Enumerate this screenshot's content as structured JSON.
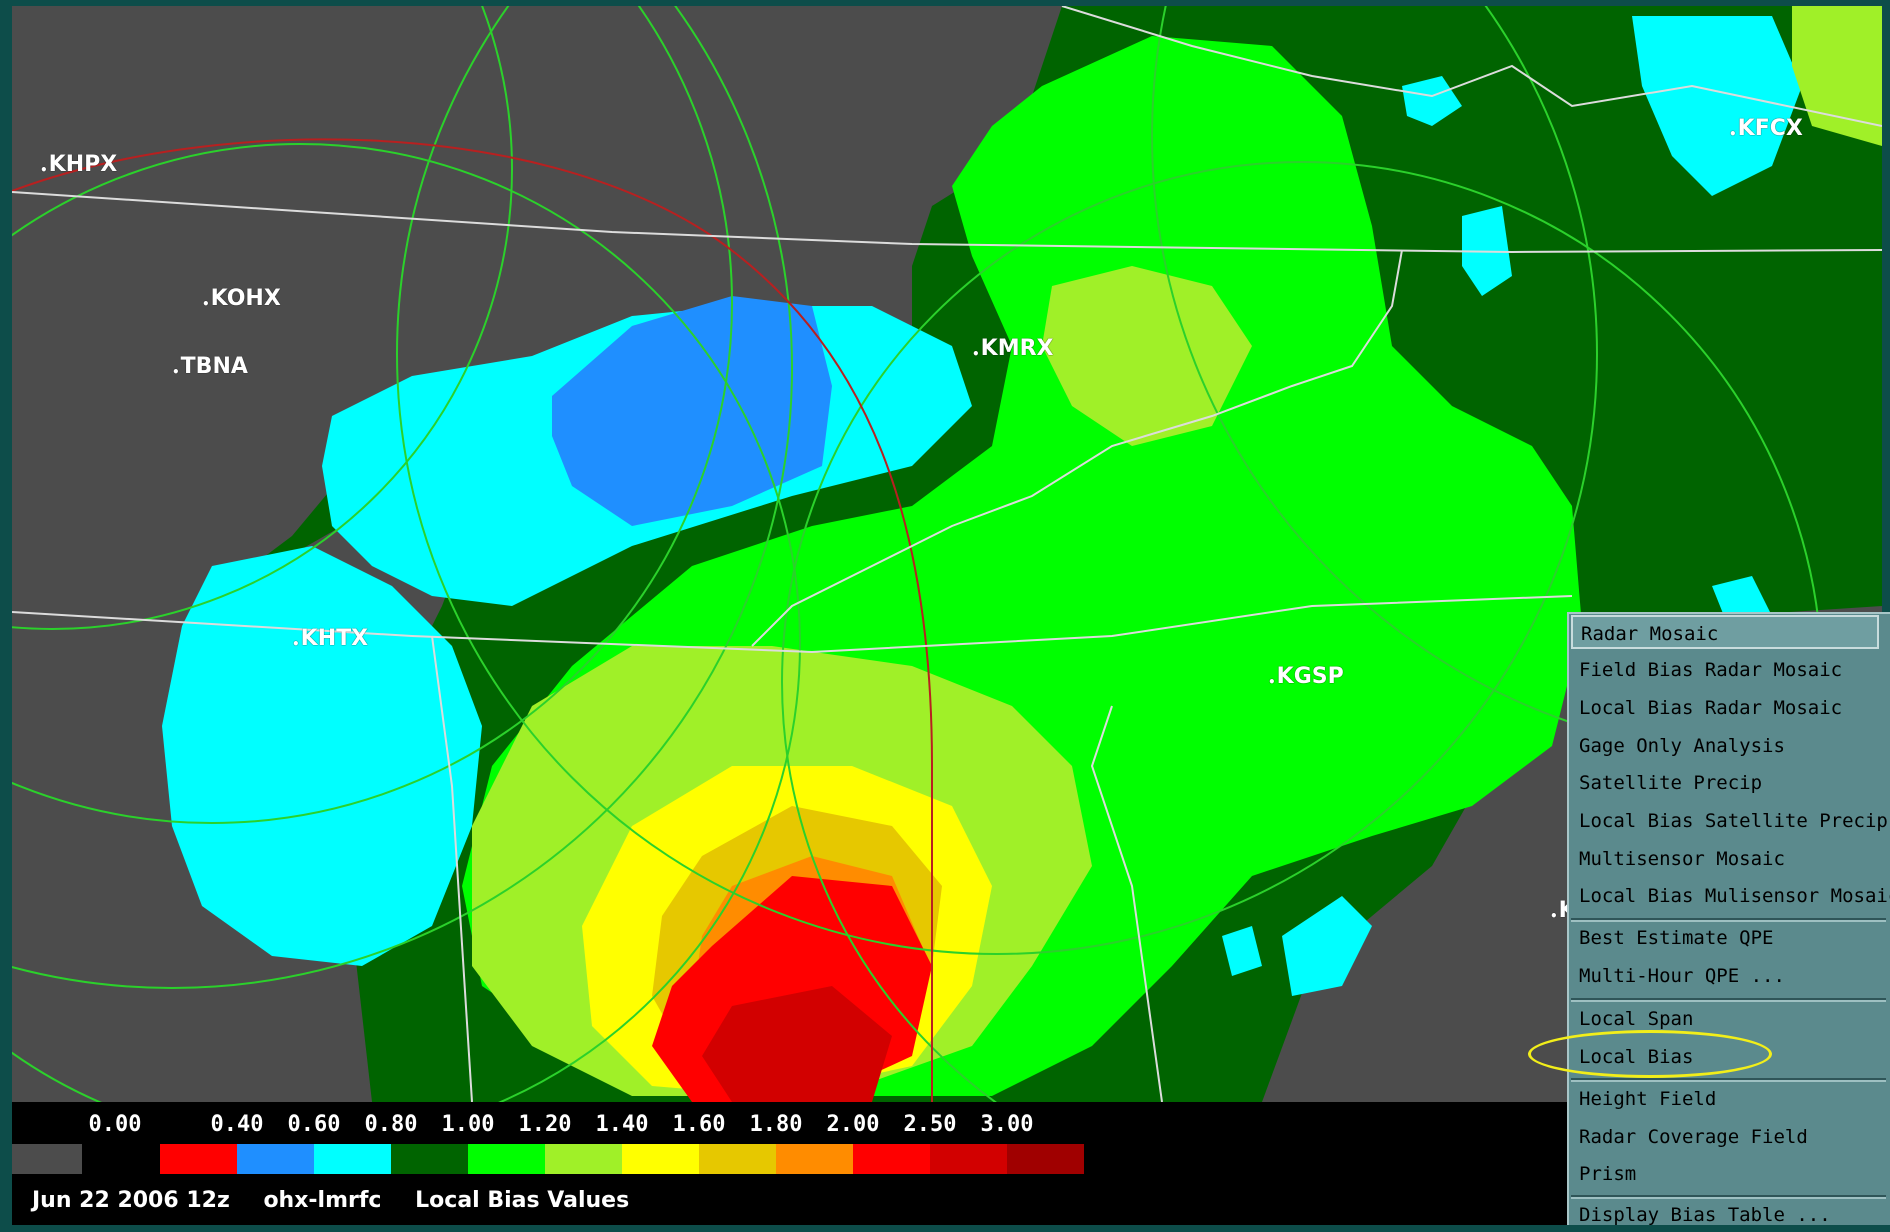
{
  "map": {
    "sites": [
      "KHPX",
      "KOHX",
      "TBNA",
      "KMRX",
      "KFCX",
      "KHTX",
      "KGSP",
      "K"
    ]
  },
  "legend": {
    "ticks": [
      "0.00",
      "0.40",
      "0.60",
      "0.80",
      "1.00",
      "1.20",
      "1.40",
      "1.60",
      "1.80",
      "2.00",
      "2.50",
      "3.00"
    ],
    "missing_color": "#4c4c4c",
    "colors": [
      "#ff0000",
      "#1f8fff",
      "#00ffff",
      "#006400",
      "#00ff00",
      "#a0f028",
      "#ffff00",
      "#e6c800",
      "#ff8c00",
      "#ff0000",
      "#d20000",
      "#a00000"
    ],
    "caption": {
      "date": "Jun 22 2006 12z",
      "site": "ohx-lmrfc",
      "product": "Local Bias Values"
    }
  },
  "menu": {
    "items": [
      "Radar Mosaic",
      "Field Bias Radar Mosaic",
      "Local Bias Radar Mosaic",
      "Gage Only Analysis",
      "Satellite Precip",
      "Local Bias Satellite Precip",
      "Multisensor Mosaic",
      "Local Bias Mulisensor Mosaic",
      "Best Estimate QPE",
      "Multi-Hour QPE ...",
      "Local Span",
      "Local Bias",
      "Height Field",
      "Radar Coverage Field",
      "Prism",
      "Display Bias Table ..."
    ],
    "selected": "Radar Mosaic",
    "highlighted": "Local Bias",
    "highlight_color": "#f2ee1a"
  }
}
